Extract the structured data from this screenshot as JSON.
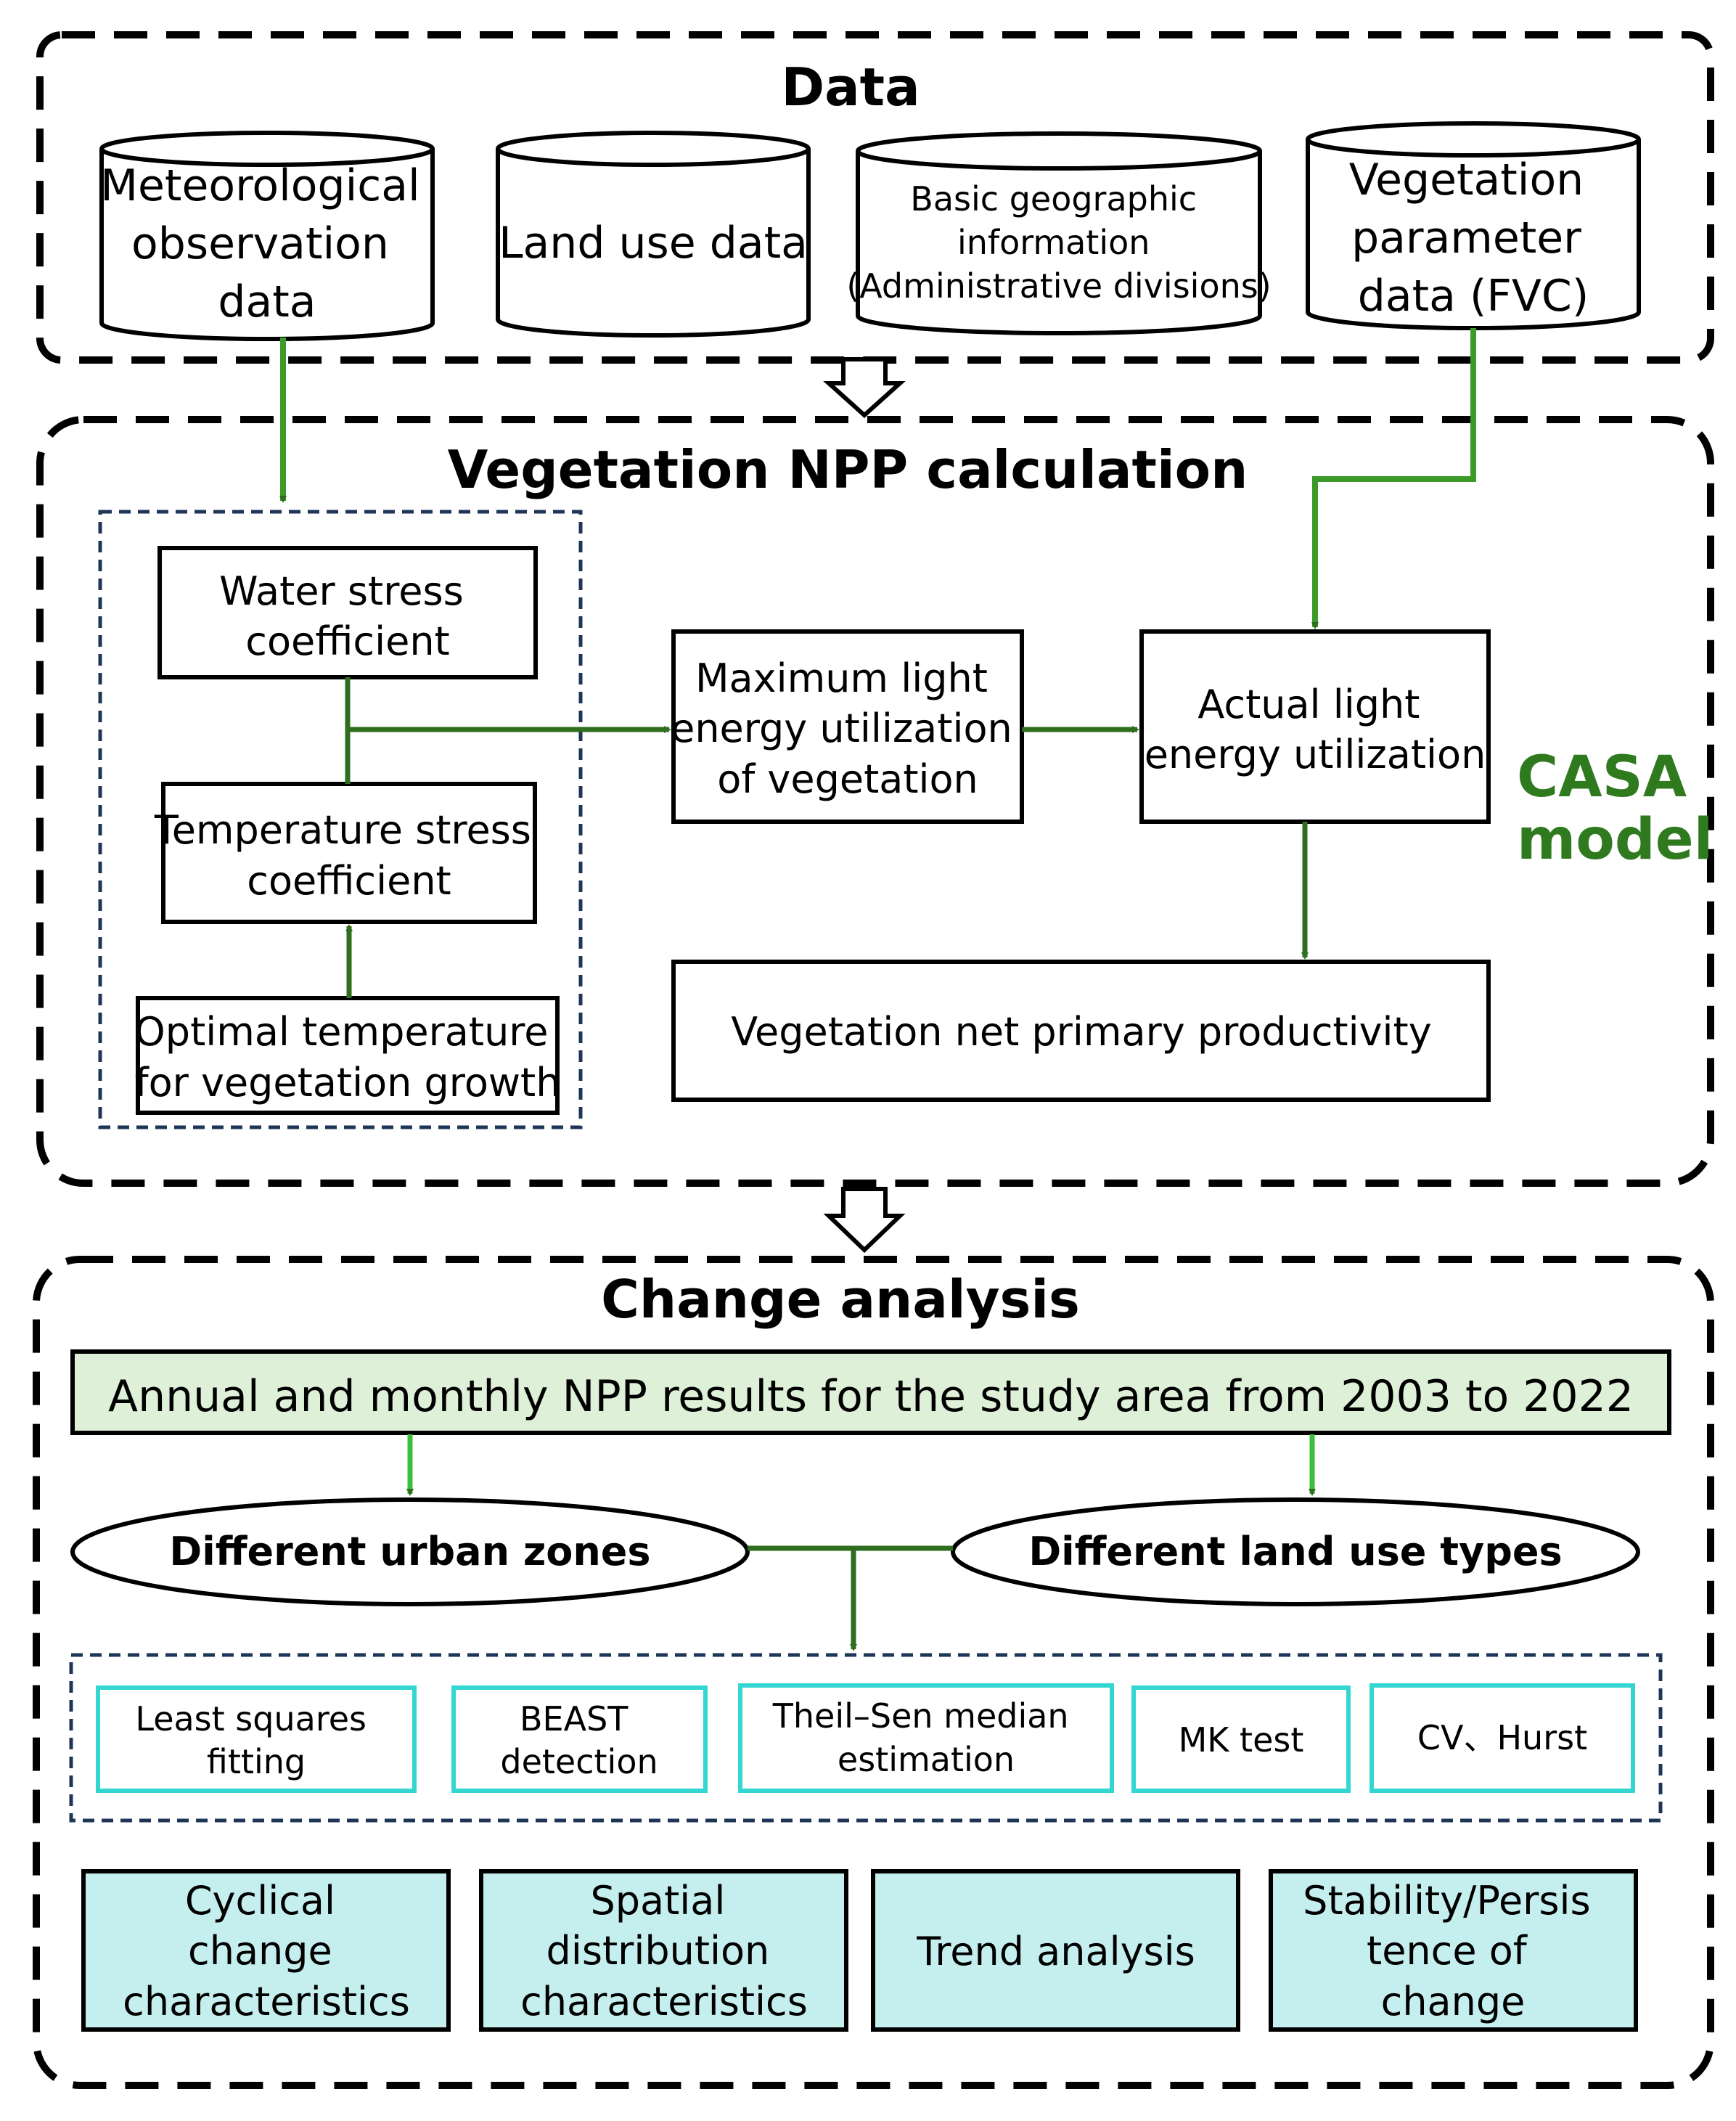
{
  "sections": {
    "data": {
      "title": "Data"
    },
    "npp": {
      "title": "Vegetation NPP calculation",
      "model_label": [
        "CASA",
        "model"
      ]
    },
    "change": {
      "title": "Change analysis"
    }
  },
  "data_sources": [
    {
      "lines": [
        "Meteorological",
        "observation",
        "data"
      ]
    },
    {
      "lines": [
        "Land use data"
      ]
    },
    {
      "lines": [
        "Basic geographic",
        "information",
        "(Administrative divisions)"
      ]
    },
    {
      "lines": [
        "Vegetation",
        "parameter",
        "data (FVC)"
      ]
    }
  ],
  "npp_boxes": {
    "water_stress": [
      "Water stress",
      "coefficient"
    ],
    "temperature_stress": [
      "Temperature stress",
      "coefficient"
    ],
    "optimal_temperature": [
      "Optimal temperature",
      "for vegetation growth"
    ],
    "max_light": [
      "Maximum light",
      "energy utilization",
      "of vegetation"
    ],
    "actual_light": [
      "Actual light",
      "energy utilization"
    ],
    "npp_output": [
      "Vegetation net primary productivity"
    ]
  },
  "annual_results": "Annual and monthly NPP results for the study area from 2003 to 2022",
  "groupings": [
    "Different urban zones",
    "Different land use types"
  ],
  "methods": [
    [
      "Least squares",
      "fitting"
    ],
    [
      "BEAST",
      "detection"
    ],
    [
      "Theil–Sen median",
      "estimation"
    ],
    [
      "MK test"
    ],
    [
      "CV、Hurst"
    ]
  ],
  "outcomes": [
    [
      "Cyclical",
      "change",
      "characteristics"
    ],
    [
      "Spatial",
      "distribution",
      "characteristics"
    ],
    [
      "Trend analysis"
    ],
    [
      "Stability/Persis",
      "tence of",
      "change"
    ]
  ],
  "colors": {
    "arrow_dark": "#2f6e1e",
    "arrow_bright": "#3cbf3a",
    "casa_text": "#2f7a1f",
    "results_fill": "#dff0d8",
    "method_border": "#33d6d0",
    "outcome_fill": "#c5efee",
    "inner_dash": "#1f3558"
  }
}
